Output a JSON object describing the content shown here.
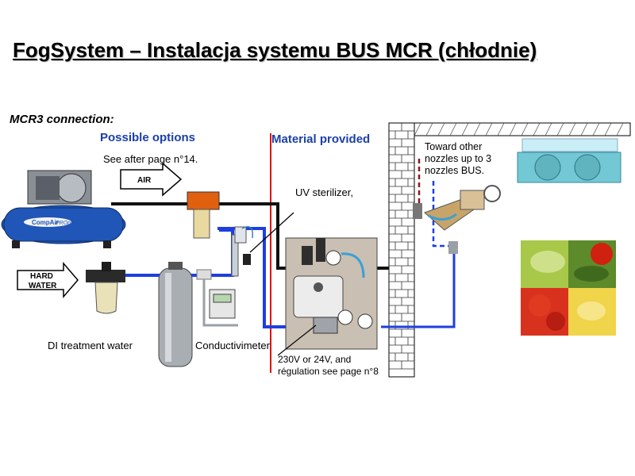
{
  "title": "FogSystem – Instalacja systemu BUS MCR (chłodnie)",
  "mcr3_heading": "MCR3 connection:",
  "possible_options": "Possible options",
  "see_after": "See after page n°14.",
  "material_provided": "Material provided",
  "uv_sterilizer": "UV sterilizer,",
  "toward_other": "Toward other nozzles up to 3 nozzles BUS.",
  "di_treatment": "DI treatment water",
  "conductivimeter": "Conductivimeter",
  "power_line1": "230V or 24V, and",
  "power_line2": "régulation see page n°8",
  "air_arrow": "AIR",
  "hard_water_line1": "HARD",
  "hard_water_line2": "WATER",
  "compressor_brand": "CompAir",
  "compressor_model": "PROpack",
  "colors": {
    "title_blue": "#1a3fa8",
    "water_pipe": "#1e3fe0",
    "air_pipe": "#111111",
    "red_divider": "#e01010",
    "compressor_blue": "#1f56b8"
  }
}
